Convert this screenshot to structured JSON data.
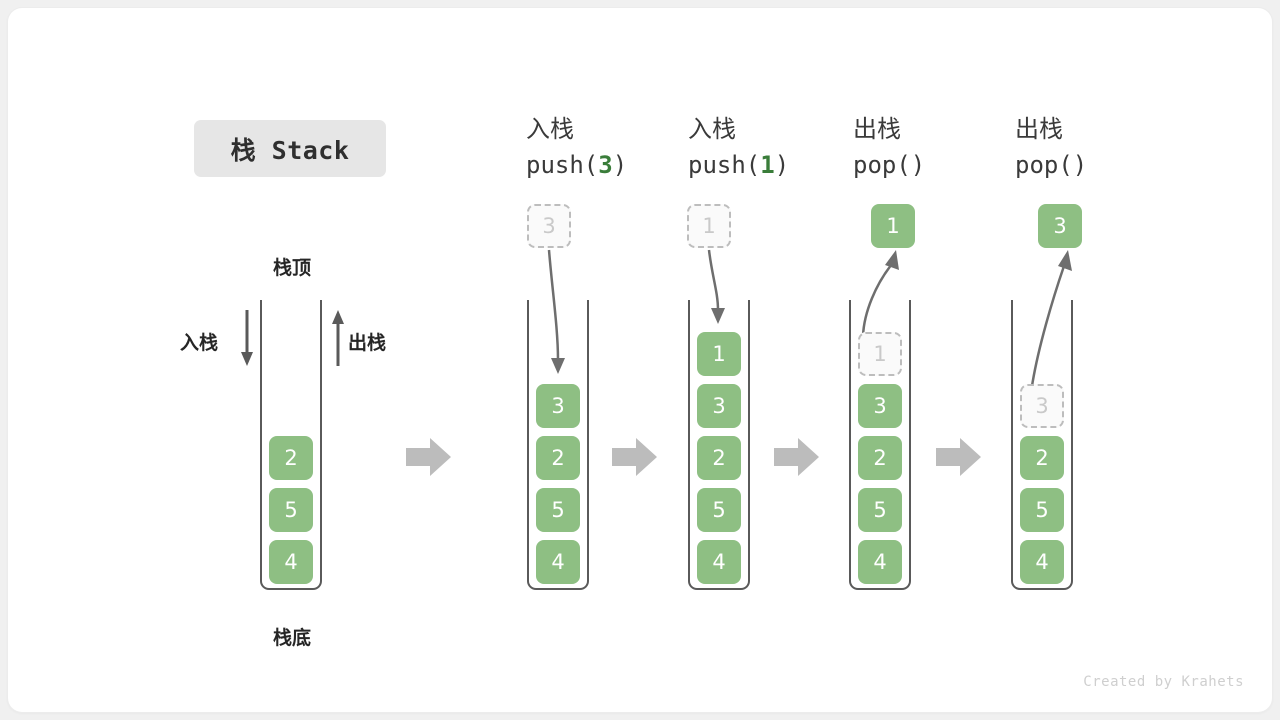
{
  "title": {
    "text": "栈 Stack",
    "chip_bg": "#e6e6e6"
  },
  "colors": {
    "cell_green": "#8ebf83",
    "ghost_border": "#bdbdbd",
    "ghost_text": "#c9c9c9",
    "arrow_gray": "#b8b8b8",
    "stroke_dark": "#5a5a5a",
    "accent_green_text": "#3a7d3a"
  },
  "legend": {
    "top_label": "栈顶",
    "bottom_label": "栈底",
    "push_label": "入栈",
    "pop_label": "出栈"
  },
  "footer": {
    "credit": "Created by Krahets"
  },
  "columns": [
    {
      "id": "initial",
      "header_cn": "",
      "header_code": "",
      "cells": [
        "2",
        "5",
        "4"
      ],
      "floating": null,
      "ghost_in_stack": null,
      "arrow": null
    },
    {
      "id": "push-3",
      "header_cn": "入栈",
      "header_code_prefix": "push(",
      "header_code_arg": "3",
      "header_code_suffix": ")",
      "cells": [
        "3",
        "2",
        "5",
        "4"
      ],
      "floating": {
        "value": "3",
        "style": "ghost"
      },
      "ghost_in_stack": null,
      "arrow": "down"
    },
    {
      "id": "push-1",
      "header_cn": "入栈",
      "header_code_prefix": "push(",
      "header_code_arg": "1",
      "header_code_suffix": ")",
      "cells": [
        "1",
        "3",
        "2",
        "5",
        "4"
      ],
      "floating": {
        "value": "1",
        "style": "ghost"
      },
      "ghost_in_stack": null,
      "arrow": "down"
    },
    {
      "id": "pop-1",
      "header_cn": "出栈",
      "header_code_prefix": "pop(",
      "header_code_arg": "",
      "header_code_suffix": ")",
      "cells": [
        "3",
        "2",
        "5",
        "4"
      ],
      "floating": {
        "value": "1",
        "style": "filled"
      },
      "ghost_in_stack": {
        "value": "1"
      },
      "arrow": "up"
    },
    {
      "id": "pop-3",
      "header_cn": "出栈",
      "header_code_prefix": "pop(",
      "header_code_arg": "",
      "header_code_suffix": ")",
      "cells": [
        "2",
        "5",
        "4"
      ],
      "floating": {
        "value": "3",
        "style": "filled"
      },
      "ghost_in_stack": {
        "value": "3"
      },
      "arrow": "up"
    }
  ],
  "step_separators": [
    "→",
    "→",
    "→",
    "→"
  ]
}
